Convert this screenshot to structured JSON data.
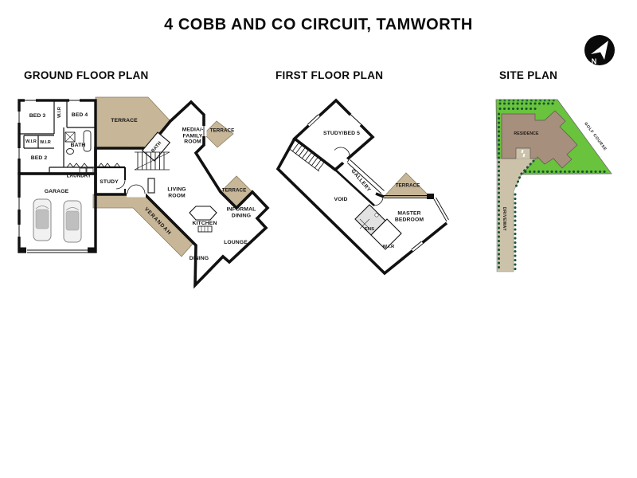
{
  "page": {
    "title": "4 COBB AND CO CIRCUIT, TAMWORTH"
  },
  "compass": {
    "label": "N"
  },
  "palette": {
    "terrace": "#C7B697",
    "wall": "#111111",
    "lawn": "#6AC33D",
    "shrub": "#15562E",
    "residence": "#A78F7D",
    "driveway": "#CCC2AA",
    "ensuite": "#E2E2E2"
  },
  "sections": {
    "ground": {
      "heading": "GROUND FLOOR PLAN",
      "rooms": [
        {
          "label": "BED 3"
        },
        {
          "label": "W.I.R"
        },
        {
          "label": "BED 4"
        },
        {
          "label": "BATH"
        },
        {
          "label": "W.I.R"
        },
        {
          "label": "W.I.R"
        },
        {
          "label": "BED 2"
        },
        {
          "label": "LAUNDRY"
        },
        {
          "label": "GARAGE"
        },
        {
          "label": "STUDY"
        },
        {
          "label": "TERRACE"
        },
        {
          "label": "MEDIA/-\nFAMILY\nROOM"
        },
        {
          "label": "TERRACE"
        },
        {
          "label": "BATH"
        },
        {
          "label": "LIVING\nROOM"
        },
        {
          "label": "VERANDAH"
        },
        {
          "label": "KITCHEN"
        },
        {
          "label": "TERRACE"
        },
        {
          "label": "INFORMAL\nDINING"
        },
        {
          "label": "LOUNGE"
        },
        {
          "label": "DINING"
        }
      ]
    },
    "first": {
      "heading": "FIRST FLOOR PLAN",
      "rooms": [
        {
          "label": "STUDY/BED 5"
        },
        {
          "label": "GALLERY"
        },
        {
          "label": "VOID"
        },
        {
          "label": "TERRACE"
        },
        {
          "label": "MASTER\nBEDROOM"
        },
        {
          "label": "ENS"
        },
        {
          "label": "W.I.R"
        }
      ]
    },
    "site": {
      "heading": "SITE PLAN",
      "areas": [
        {
          "label": "RESIDENCE"
        },
        {
          "label": "GOLF COURSE"
        },
        {
          "label": "DRIVEWAY"
        }
      ]
    }
  }
}
